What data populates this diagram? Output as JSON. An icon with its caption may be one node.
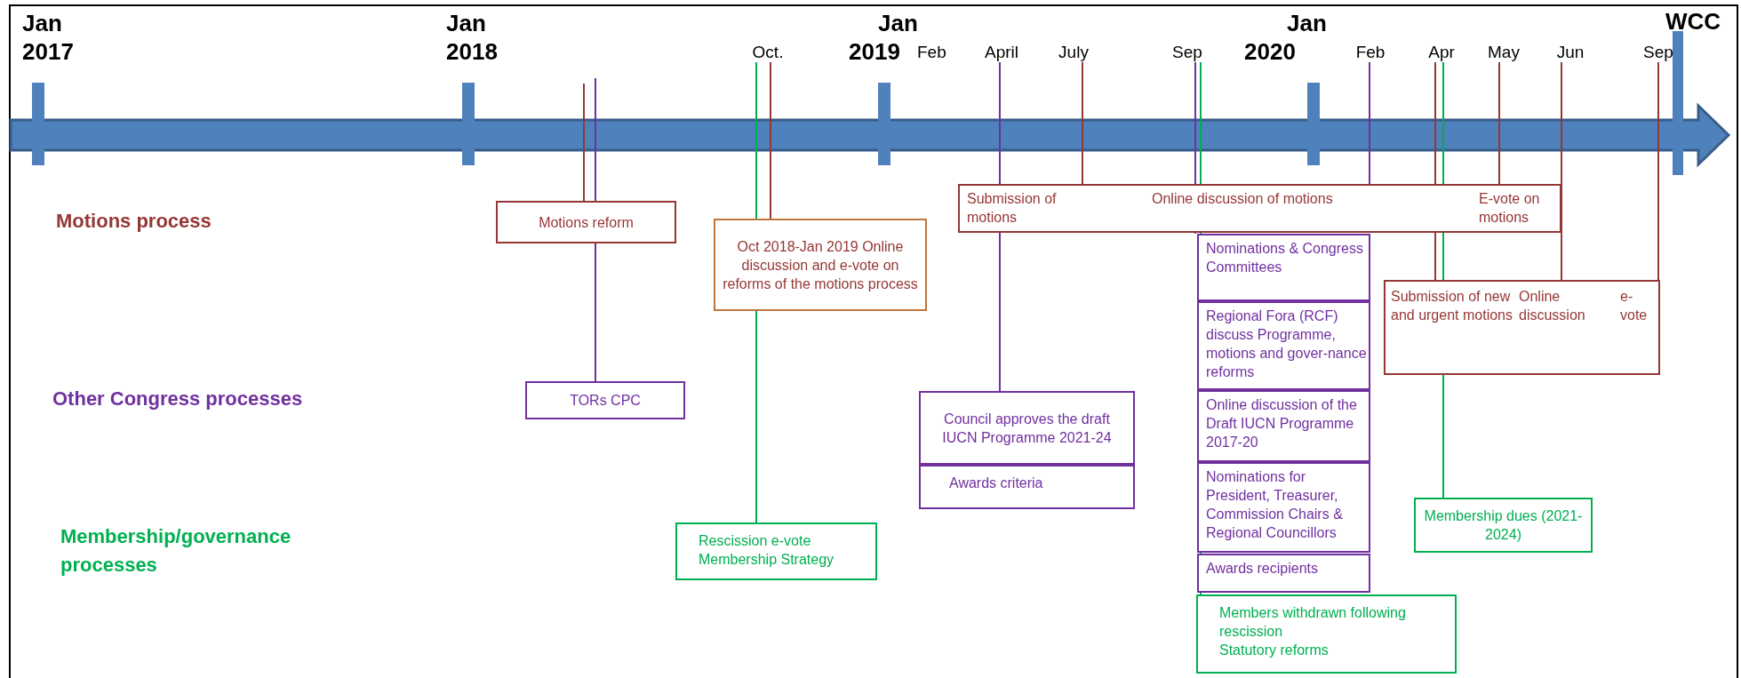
{
  "diagram": {
    "nodes": [
      {
        "text": [
          "Motions reform"
        ]
      },
      {
        "text": [
          "Oct 2018-Jan 2019 Online discussion and e-vote on reforms of the motions process"
        ]
      },
      {
        "text": [
          "Submission of motions",
          "Online discussion of motions",
          "E-vote on motions"
        ]
      },
      {
        "text": [
          "Submission of new and urgent motions",
          "Online discussion",
          "e-vote"
        ]
      },
      {
        "text": [
          "TORs CPC"
        ]
      },
      {
        "text": [
          "Council approves the draft IUCN Programme 2021-24"
        ]
      },
      {
        "text": [
          "Awards criteria"
        ]
      },
      {
        "text": [
          "Nominations & Congress Committees"
        ]
      },
      {
        "text": [
          "Regional Fora (RCF) discuss Programme, motions and gover-nance reforms"
        ]
      },
      {
        "text": [
          "Online discussion of the Draft IUCN Programme 2017-20"
        ]
      },
      {
        "text": [
          "Nominations for President, Treasurer, Commission Chairs & Regional Councillors"
        ]
      },
      {
        "text": [
          "Awards recipients"
        ]
      },
      {
        "text": [
          "Members withdrawn following rescission",
          "Statutory reforms"
        ]
      },
      {
        "text": [
          "Rescission e-vote",
          "Membership Strategy"
        ]
      },
      {
        "text": [
          "Membership dues (2021-2024)"
        ]
      },
      {
        "text": [
          "Oct."
        ]
      },
      {
        "text": [
          "April"
        ]
      },
      {
        "text": [
          "July"
        ]
      },
      {
        "text": [
          "Sep"
        ]
      },
      {
        "text": [
          "Feb"
        ]
      },
      {
        "text": [
          "Apr"
        ]
      },
      {
        "text": [
          "May"
        ]
      },
      {
        "text": [
          "Jun"
        ]
      },
      {
        "text": [
          "Sep"
        ]
      }
    ],
    "edges": [
      {
        "from": null,
        "to": 0,
        "arrow": "none"
      },
      {
        "from": null,
        "to": 4,
        "arrow": "none",
        "color": "#7030a0"
      },
      {
        "from": 15,
        "to": 13,
        "arrow": "none",
        "color": "#00b050"
      },
      {
        "from": 15,
        "to": 1,
        "arrow": "none"
      },
      {
        "from": 16,
        "to": 5,
        "arrow": "none",
        "color": "#7030a0"
      },
      {
        "from": 17,
        "to": 2,
        "arrow": "none"
      },
      {
        "from": 18,
        "to": 7,
        "arrow": "none",
        "color": "#7030a0"
      },
      {
        "from": 18,
        "to": 12,
        "arrow": "none",
        "color": "#00b050"
      },
      {
        "from": 19,
        "to": 2,
        "arrow": "none",
        "color": "#7030a0"
      },
      {
        "from": 20,
        "to": 3,
        "arrow": "none"
      },
      {
        "from": 20,
        "to": 14,
        "arrow": "none",
        "color": "#00b050"
      },
      {
        "from": 21,
        "to": 2,
        "arrow": "none"
      },
      {
        "from": 22,
        "to": 3,
        "arrow": "none"
      },
      {
        "from": 23,
        "to": 3,
        "arrow": "none"
      }
    ],
    "labels": [
      "Jan 2017",
      "Jan 2018",
      "Jan",
      "2019",
      "Feb",
      "Jan",
      "2020",
      "WCC",
      "Motions process",
      "Other Congress processes",
      "Membership/governance processes"
    ]
  }
}
